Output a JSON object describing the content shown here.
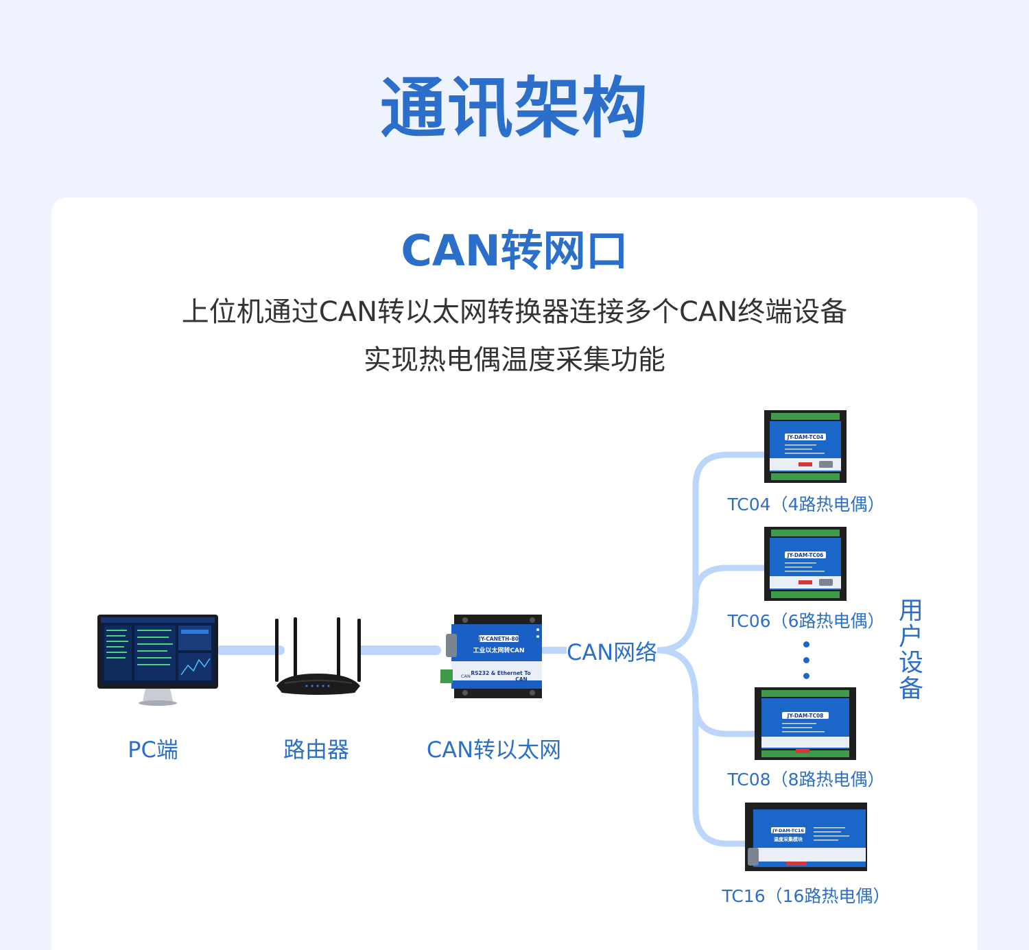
{
  "header": {
    "title": "通讯架构"
  },
  "card": {
    "title": "CAN转网口",
    "description_line1": "上位机通过CAN转以太网转换器连接多个CAN终端设备",
    "description_line2": "实现热电偶温度采集功能"
  },
  "nodes": {
    "pc_label": "PC端",
    "router_label": "路由器",
    "converter_label": "CAN转以太网",
    "network_label": "CAN网络",
    "user_devices_label": "用户设备"
  },
  "converter_device": {
    "model": "JY-CANETH-80",
    "name_cn": "工业以太网转CAN",
    "name_en_1": "RS232 & Ethernet To",
    "name_en_2": "CAN",
    "port_can": "CAN"
  },
  "devices": [
    {
      "label": "TC04（4路热电偶）",
      "model": "JY-DAM-TC04"
    },
    {
      "label": "TC06（6路热电偶）",
      "model": "JY-DAM-TC06"
    },
    {
      "label": "TC08（8路热电偶）",
      "model": "JY-DAM-TC08"
    },
    {
      "label": "TC16（16路热电偶）",
      "model": "JY-DAM-TC16",
      "subtitle": "温度采集模块"
    }
  ],
  "colors": {
    "primary_blue": "#2b6fcb",
    "line_light_blue": "#bcd6fb",
    "device_blue": "#1a67c9",
    "background": "#eef3fd"
  }
}
